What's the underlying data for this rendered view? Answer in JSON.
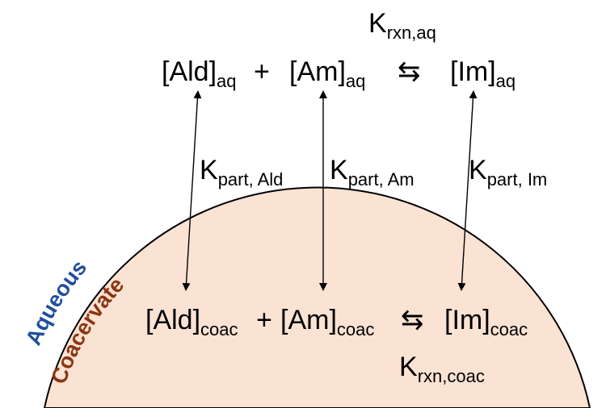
{
  "colors": {
    "coacervate_fill": "#fbe3d4",
    "aqueous_text": "#1f4e9c",
    "coacervate_text": "#8b3510",
    "outline": "#000000"
  },
  "regions": {
    "aqueous": "Aqueous",
    "coacervate": "Coacervate"
  },
  "aqueous_reaction": {
    "k_main": "K",
    "k_sub": "rxn,aq",
    "ald_main": "[Ald]",
    "ald_sub": "aq",
    "plus": "+",
    "am_main": "[Am]",
    "am_sub": "aq",
    "equilibrium": "⇆",
    "im_main": "[Im]",
    "im_sub": "aq"
  },
  "partition": {
    "ald": {
      "main": "K",
      "sub": "part, Ald"
    },
    "am": {
      "main": "K",
      "sub": "part, Am"
    },
    "im": {
      "main": "K",
      "sub": "part, Im"
    }
  },
  "coacervate_reaction": {
    "ald_main": "[Ald]",
    "ald_sub": "coac",
    "plus": "+",
    "am_main": "[Am]",
    "am_sub": "coac",
    "equilibrium": "⇆",
    "im_main": "[Im]",
    "im_sub": "coac",
    "k_main": "K",
    "k_sub": "rxn,coac"
  }
}
